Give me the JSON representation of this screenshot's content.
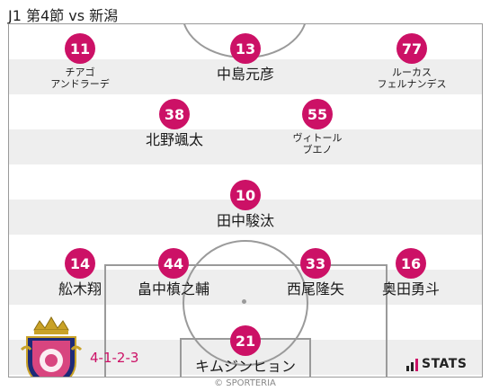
{
  "header": {
    "title": "J1 第4節 vs 新潟"
  },
  "players": [
    {
      "number": "11",
      "name": "チアゴ\nアンドラーデ",
      "small": true
    },
    {
      "number": "13",
      "name": "中島元彦",
      "small": false
    },
    {
      "number": "77",
      "name": "ルーカス\nフェルナンデス",
      "small": true
    },
    {
      "number": "38",
      "name": "北野颯太",
      "small": false
    },
    {
      "number": "55",
      "name": "ヴィトール\nブエノ",
      "small": true
    },
    {
      "number": "10",
      "name": "田中駿汰",
      "small": false
    },
    {
      "number": "14",
      "name": "舩木翔",
      "small": false
    },
    {
      "number": "44",
      "name": "畠中槙之輔",
      "small": false
    },
    {
      "number": "33",
      "name": "西尾隆矢",
      "small": false
    },
    {
      "number": "16",
      "name": "奥田勇斗",
      "small": false
    },
    {
      "number": "21",
      "name": "キムジンヒョン",
      "small": false
    }
  ],
  "team": {
    "formation": "4-1-2-3",
    "crest_icon": "cerezo-osaka-crest-icon"
  },
  "branding": {
    "stats_label": "STATS",
    "stats_icon": "bar-chart-icon"
  },
  "footer": {
    "credit": "© SPORTERIA"
  },
  "colors": {
    "accent": "#cc1166",
    "stripe": "#eeeeee",
    "line": "#9a9a9a"
  }
}
